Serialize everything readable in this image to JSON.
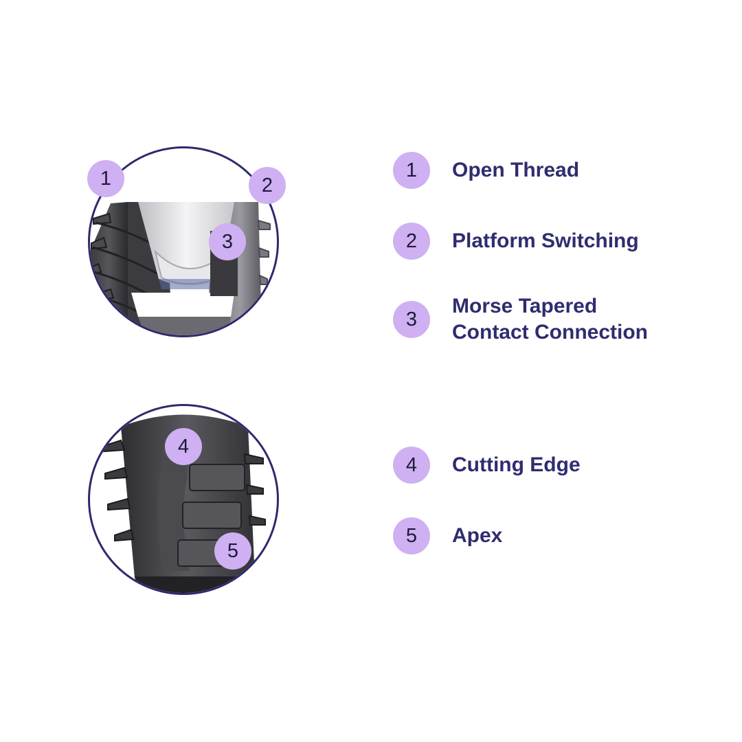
{
  "badges": {
    "b1": "1",
    "b2": "2",
    "b3": "3",
    "b4": "4",
    "b5": "5"
  },
  "legend": {
    "items": [
      {
        "number": "1",
        "label": "Open Thread"
      },
      {
        "number": "2",
        "label": "Platform Switching"
      },
      {
        "number": "3",
        "label": "Morse Tapered Contact Connection"
      },
      {
        "number": "4",
        "label": "Cutting Edge"
      },
      {
        "number": "5",
        "label": "Apex"
      }
    ]
  },
  "colors": {
    "badge": "#cfb0f2",
    "label": "#2f2c6f",
    "circle_border": "#2d2a6e",
    "metal_dark": "#2f2f33",
    "metal_light": "#8a8a90"
  }
}
